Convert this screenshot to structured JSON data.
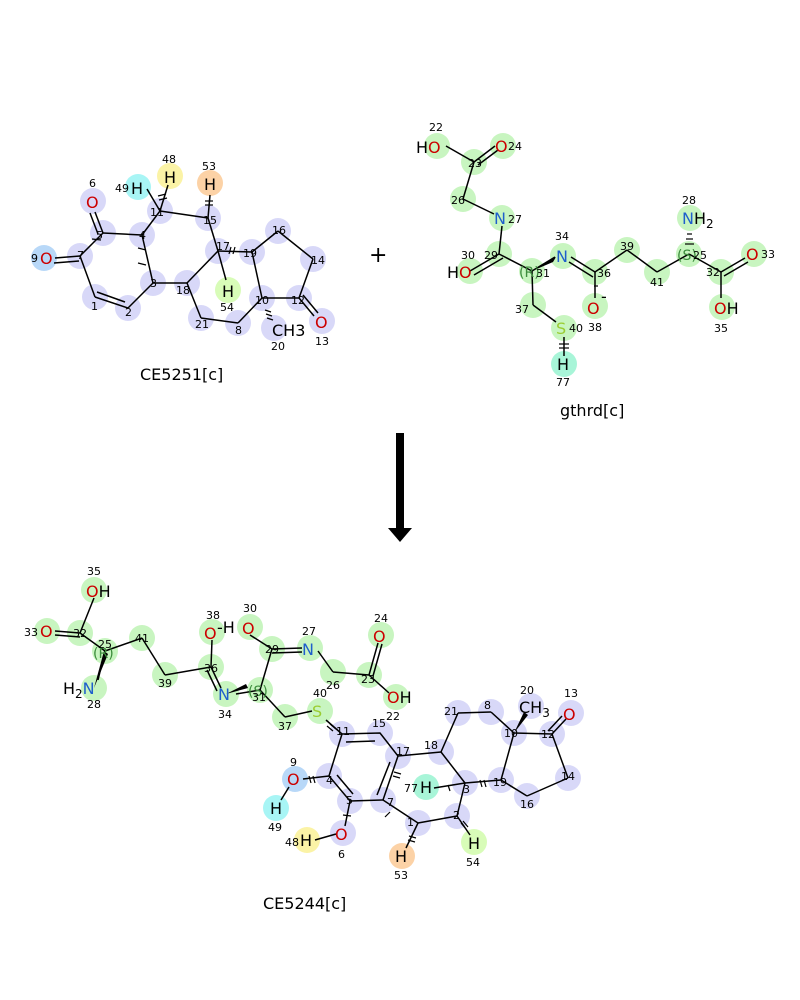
{
  "reaction": {
    "plus_sign": "+",
    "reactants": [
      {
        "name": "CE5251[c]"
      },
      {
        "name": "gthrd[c]"
      }
    ],
    "products": [
      {
        "name": "CE5244[c]"
      }
    ]
  },
  "colors": {
    "steroid_atoms": "#d8d8f8",
    "glutathione_atoms": "#c8f5c0",
    "oxygen": "#cc0000",
    "nitrogen": "#1f5fcc",
    "sulfur": "#9acd32",
    "h_yellow": "#fbf3a6",
    "h_cyan": "#a8f5f5",
    "h_orange": "#fcd2a6",
    "h_green": "#d8fcb8",
    "o_blue": "#b8d8f8"
  },
  "molecules": {
    "ce5251": {
      "numbers": [
        "6",
        "5",
        "4",
        "11",
        "15",
        "17",
        "19",
        "16",
        "14",
        "12",
        "13",
        "10",
        "20",
        "8",
        "21",
        "18",
        "54",
        "3",
        "2",
        "1",
        "7",
        "9",
        "48",
        "49",
        "53"
      ],
      "atoms": {
        "o6": "O",
        "o9": "O",
        "o13": "O",
        "h48": "H",
        "h49": "H",
        "h53": "H",
        "h54": "H",
        "ch3": "CH3"
      }
    },
    "gthrd": {
      "numbers": [
        "22",
        "24",
        "23",
        "26",
        "27",
        "30",
        "29",
        "31",
        "34",
        "36",
        "39",
        "41",
        "25",
        "28",
        "32",
        "33",
        "35",
        "37",
        "40",
        "38",
        "77"
      ],
      "atoms": {
        "o22": "HO",
        "o24": "O",
        "n27": "N",
        "o30": "HO",
        "n34": "N",
        "r31": "(R)",
        "s25": "(S)",
        "nh2": "NH2",
        "o33": "O",
        "oh35": "OH",
        "s40": "S",
        "o38": "O",
        "h77": "H",
        "minus": "-"
      }
    },
    "ce5244": {
      "numbers": [
        "35",
        "38",
        "30",
        "27",
        "24",
        "33",
        "32",
        "25",
        "41",
        "36",
        "29",
        "26",
        "23",
        "39",
        "31",
        "40",
        "22",
        "28",
        "34",
        "37",
        "11",
        "15",
        "21",
        "8",
        "20",
        "13",
        "9",
        "4",
        "17",
        "18",
        "10",
        "12",
        "77",
        "3",
        "19",
        "14",
        "5",
        "7",
        "16",
        "1",
        "2",
        "48",
        "6",
        "49",
        "53",
        "54"
      ],
      "atoms": {
        "oh35": "OH",
        "o33": "O",
        "r25": "(R)",
        "nh2": "NH2",
        "o38": "O",
        "h38": "-H",
        "o30": "O",
        "n27": "N",
        "o24": "O",
        "oh22": "OH",
        "n34": "N",
        "s31": "(S)",
        "s40": "S",
        "o9": "O",
        "h49": "H",
        "h48": "H",
        "o6": "O",
        "h77": "H",
        "ch3": "CH3",
        "o13": "O",
        "h53": "H",
        "h54": "H"
      }
    }
  }
}
